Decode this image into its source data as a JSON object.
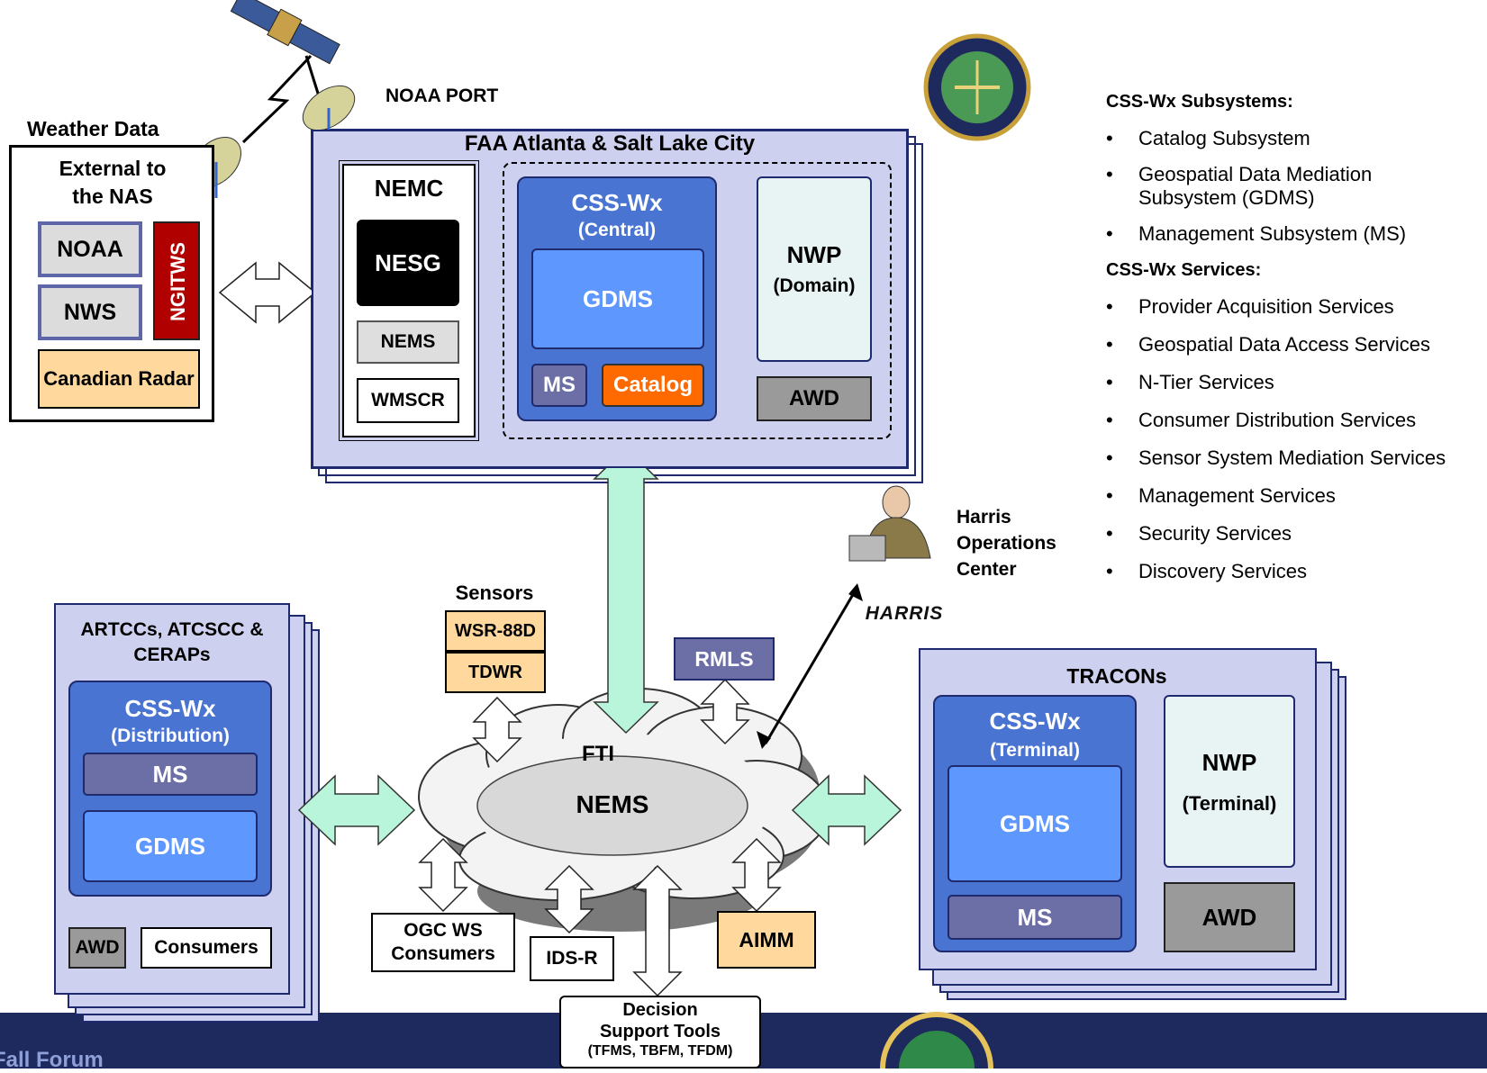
{
  "labels": {
    "weather_data": "Weather Data",
    "noaa_port": "NOAA PORT",
    "external": "External to the NAS",
    "noaa": "NOAA",
    "nws": "NWS",
    "ngitws": "NGITWS",
    "canadian_radar": "Canadian Radar",
    "faa_center": "FAA Atlanta & Salt Lake City",
    "nemc": "NEMC",
    "nesg": "NESG",
    "nems_center": "NEMS",
    "wmscr": "WMSCR",
    "csswx_central": "CSS-Wx",
    "central": "(Central)",
    "gdms_central": "GDMS",
    "ms_central": "MS",
    "catalog": "Catalog",
    "nwp_domain": "NWP",
    "domain": "(Domain)",
    "awd_central": "AWD",
    "artcc": "ARTCCs, ATCSCC & CERAPs",
    "csswx_dist": "CSS-Wx",
    "distribution": "(Distribution)",
    "ms_dist": "MS",
    "gdms_dist": "GDMS",
    "awd_dist": "AWD",
    "consumers": "Consumers",
    "sensors": "Sensors",
    "wsr88d": "WSR-88D",
    "tdwr": "TDWR",
    "rmls": "RMLS",
    "fti": "FTI",
    "nems_cloud": "NEMS",
    "ogc": "OGC WS Consumers",
    "idsr": "IDS-R",
    "aimm": "AIMM",
    "dst_title": "Decision Support Tools",
    "dst_sub": "(TFMS, TBFM, TFDM)",
    "harris_ops": "Harris Operations Center",
    "harris_logo": "HARRIS",
    "tracons": "TRACONs",
    "csswx_term": "CSS-Wx",
    "terminal": "(Terminal)",
    "gdms_term": "GDMS",
    "ms_term": "MS",
    "nwp_term": "NWP",
    "terminal_nwp": "(Terminal)",
    "awd_term": "AWD",
    "footer_left": "Fall Forum"
  },
  "subsystems": {
    "heading": "CSS-Wx Subsystems:",
    "items": [
      "Catalog Subsystem",
      "Geospatial Data Mediation Subsystem (GDMS)",
      "Management Subsystem (MS)"
    ]
  },
  "services": {
    "heading": "CSS-Wx Services:",
    "items": [
      "Provider Acquisition Services",
      "Geospatial Data Access Services",
      "N-Tier Services",
      "Consumer Distribution Services",
      "Sensor System Mediation Services",
      "Management Services",
      "Security Services",
      "Discovery Services"
    ]
  },
  "colors": {
    "stack_fill": "#cdd0ee",
    "csswx_blue": "#4a74d1",
    "gdms_blue": "#5e98ff",
    "ms_purple": "#6b6fa6",
    "catalog_orange": "#ff6a00",
    "awd_gray": "#9a9a9a",
    "peach": "#ffd89e",
    "ngitws_red": "#b00000",
    "footer_navy": "#1e2a5e",
    "arrow_green": "#b8f5da"
  }
}
